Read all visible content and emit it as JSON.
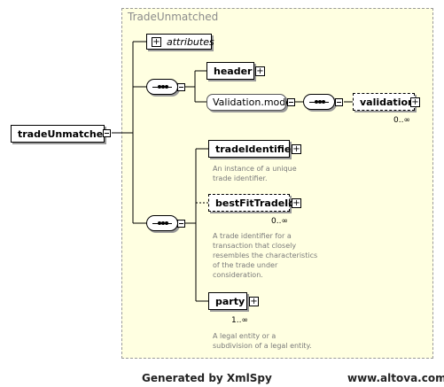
{
  "container": {
    "title": "TradeUnmatched"
  },
  "root": {
    "label": "tradeUnmatched"
  },
  "attributes": {
    "label": "attributes"
  },
  "first_sequence": {
    "header": {
      "label": "header"
    },
    "validation_model": {
      "label": "Validation.model"
    },
    "validation": {
      "label": "validation",
      "cardinality": "0..∞"
    }
  },
  "second_sequence": {
    "tradeIdentifier": {
      "label": "tradeIdentifier",
      "doc": [
        "An instance of a unique",
        "trade identifier."
      ]
    },
    "bestFitTradeId": {
      "label": "bestFitTradeId",
      "cardinality": "0..∞",
      "doc": [
        "A trade identifier for a",
        "transaction that closely",
        "resembles the characteristics",
        "of the trade under",
        "consideration."
      ]
    },
    "party": {
      "label": "party",
      "cardinality": "1..∞",
      "doc": [
        "A legal entity or a",
        "subdivision of a legal entity."
      ]
    }
  },
  "footer": {
    "generated": "Generated by XmlSpy",
    "site": "www.altova.com"
  }
}
